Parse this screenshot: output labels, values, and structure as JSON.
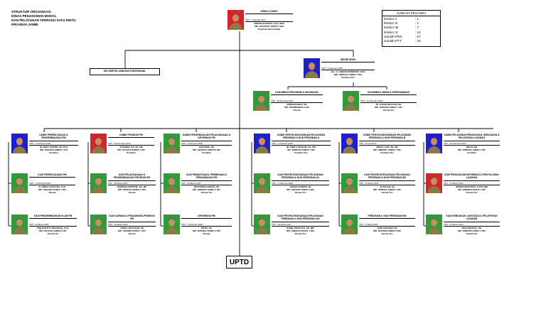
{
  "header": {
    "line1": "STRUKTUR ORGANISASI",
    "line2": "DINAS PENANAMAN MODAL",
    "line3": "DAN PELAYANAN TERPADU SATU PINTU",
    "line4": "PROVINSI JAMBI"
  },
  "stats": {
    "title": "JUMLAH PEGAWAI",
    "rows": [
      {
        "label": "Eselon II",
        "value": ": 1"
      },
      {
        "label": "Eselon III",
        "value": ": 1"
      },
      {
        "label": "Eselon IIII",
        "value": ": 7"
      },
      {
        "label": "Eselon IV",
        "value": ": 14"
      },
      {
        "label": "Jumlah PNS",
        "value": ": 67"
      },
      {
        "label": "Jumlah PTT",
        "value": ": 20"
      }
    ]
  },
  "kepala": {
    "title": "KEPALA DINAS",
    "tmt": "TMT : 7 Agustus 2017",
    "name": "AHRON HUSYADI, S.Sos,M.Si",
    "nip": "NIP. 197105101 199703 1 008",
    "rank": "Pembina Utama Muda"
  },
  "sekretaris": {
    "title": "SEKRETARIS",
    "tmt": "TMT : 2 Februari 2018",
    "name": "Drs. H. AHMAD RUSMANTI, M.Si",
    "nip": "NIP. 19660410 199003 1 003",
    "rank": "Pembina Tk.I"
  },
  "subbag": [
    {
      "title": "KASUBBAG PROGRAM & KEUANGAN",
      "tmt": "TMT : 28 Februari 2020",
      "name": "NURHASANAH, SE",
      "nip": "NIP. 197808082003 2 002",
      "rank": "Penata"
    },
    {
      "title": "KASUBBAG UMUM & KEPEGAWAIAN",
      "tmt": "TMT : 20 Februari 2020",
      "name": "Dt. JUNAN MULYADI, SE",
      "nip": "NIP. 19660409 199003 1 004",
      "rank": "Penata Tk.I"
    }
  ],
  "fungsional": "KELOMPOK JABATAN FUNGSIONAL",
  "kabid": [
    {
      "title": "KABID PERENCANAAN & PENGEMBANGAN PM",
      "tmt": "TMT : 2 Februari 2018",
      "name": "IR. EDDY NATSIR, SP, M.SI",
      "nip": "NIP. 19720916 199803 1 012",
      "rank": "Pembina"
    },
    {
      "title": "KABID PROMOSI PM",
      "tmt": "TMT : 28 Februari 2019",
      "name": "AYUNDHA OS, SE, ME",
      "nip": "NIP. 19740116 200003 1 006",
      "rank": "Pembina"
    },
    {
      "title": "KABID PENGENDALIAN PELAKSANAAN & INFORMASI PM",
      "tmt": "TMT : 2 Februari 2018",
      "name": "HASUNAH, SE",
      "nip": "NIP. 19670510 199003 2 002",
      "rank": "Pembina"
    },
    {
      "title": "KABID PENYELENGGARAAN PELAYANAN PERIZINAN & NON PERIZINAN A",
      "tmt": "TMT : 2 Februari 2018",
      "name": "IR. ABDUL MUSLIM, SH, MH",
      "nip": "NIP. 19680419 199003 1 002",
      "rank": "Pembina Tk.I"
    },
    {
      "title": "KABID PENYELENGGARAAN PELAYANAN PERIZINAN & NON PERIZINAN B",
      "tmt": "TMT : 30 Juli 2017",
      "name": "ABDUL AZIZ, SE, MH",
      "nip": "NIP. 19680815 199003 1 002",
      "rank": "Pembina Tk.I"
    },
    {
      "title": "KABID PELAYANAN PENGADUAN, KEBIJAKAN & PELAPORAN LAYANAN",
      "tmt": "TMT : 30 Februari 2020",
      "name": "ERI ELIAN",
      "nip": "NIP. 19680520 199003 1 005",
      "rank": "Pembina"
    }
  ],
  "kasi1": [
    {
      "title": "KASI PERENCANAAN PM",
      "tmt": "TMT : 2 Februari 2018",
      "name": "R. INDRA SAPUTRA, S.IP",
      "nip": "NIP. 19810302 200901 1 004",
      "rank": "Penata"
    },
    {
      "title": "KASI PELAKSANAAN & PENGEMBANGAN PROMOSI PM",
      "tmt": "TMT : 29 Maret 2017",
      "name": "HERMAN HERPIANI, SE, ME",
      "nip": "NIP. 19781204 200903 1 008",
      "rank": "Penata"
    },
    {
      "title": "KASI PEMANTAUAN, PEMBINAAN & PENGAWASAN PM",
      "tmt": "TMT : 29 Maret 2017",
      "name": "METDAWALASWATI, SP",
      "nip": "NIP. 19690527 200801 2 007",
      "rank": "Penata Tk.I"
    },
    {
      "title": "KASI PENYELENGGARAAN PELAYANAN PERIZINAN & NON PERIZINAN A/I",
      "tmt": "TMT : 2 Februari 2018",
      "name": "ARSAD RAFIDIN, SE",
      "nip": "NIP. 19670430 199003 1 004",
      "rank": "Penata Tk.I"
    },
    {
      "title": "KASI PENYELENGGARAAN PELAYANAN PERIZINAN & NON PERIZINAN B/I",
      "tmt": "TMT : 23 Maret 2017",
      "name": "AFTAHAN, SE",
      "nip": "NIP. 19620919 199203 1 005",
      "rank": "Penata Tk.I"
    },
    {
      "title": "KASI PENGADUAN INFORMASI & PENYULUHAN LAYANAN",
      "tmt": "TMT : 23 Maret 2017",
      "name": "REMAN MUKHTAR, S.STP, MM",
      "nip": "NIP. 19860203 200412 1 003",
      "rank": "Penata Tk.I"
    }
  ],
  "kasi2": [
    {
      "title": "KASI PENGEMBANGAN IKLIM PM",
      "tmt": "TMT : 29 Maret 2017",
      "name": "DWI NOFITTI ARIANSAH, S.Sc",
      "nip": "NIP. 19741120 199803 2 007",
      "rank": "Penata Tk.I"
    },
    {
      "title": "KASI SARANA & PRASARANA PROMOSI PM",
      "tmt": "TMT : 29 Maret 2017",
      "name": "JARSA, MUTASAN, SE",
      "nip": "NIP. 19780803 200501 1 005",
      "rank": "Penata"
    },
    {
      "title": "INFORMASI PM",
      "tmt": "TMT : 2 Februari 2018",
      "name": "SITRA, SE",
      "nip": "NIP. 19790101 200801 2 005",
      "rank": "Penata"
    },
    {
      "title": "KASI PENYELENGGARAAN PELAYANAN PERIZINAN & NON PERIZINAN A/II",
      "tmt": "TMT : 29 Maret 2017",
      "name": "KAMIL PRAKOTO, SE, MM",
      "nip": "NIP. 19800415 201001 1 009",
      "rank": "Penata Tk.I"
    },
    {
      "title": "PERIZINAN & NON PERIZINAN B/II",
      "tmt": "TMT : 2 Maret 2018",
      "name": "HERI SUHAERI, SE",
      "nip": "NIP. 19700529 199003 2 002",
      "rank": "Penata Tk.I"
    },
    {
      "title": "KASI KEBIJAKAN, ADVOKASI & PELAPORAN LAYANAN",
      "tmt": "TMT : 23 Maret 2017",
      "name": "RIZA MARTHA, SE",
      "nip": "NIP. 19880120 200901 1 001",
      "rank": "Penata Tk.I"
    }
  ],
  "uptd": "UPTD",
  "colors": {
    "red_bg": "#d2262a",
    "blue_bg": "#2020c8",
    "green_bg": "#2f9b3a",
    "skin": "#c98d62",
    "khaki": "#8a7a45"
  }
}
